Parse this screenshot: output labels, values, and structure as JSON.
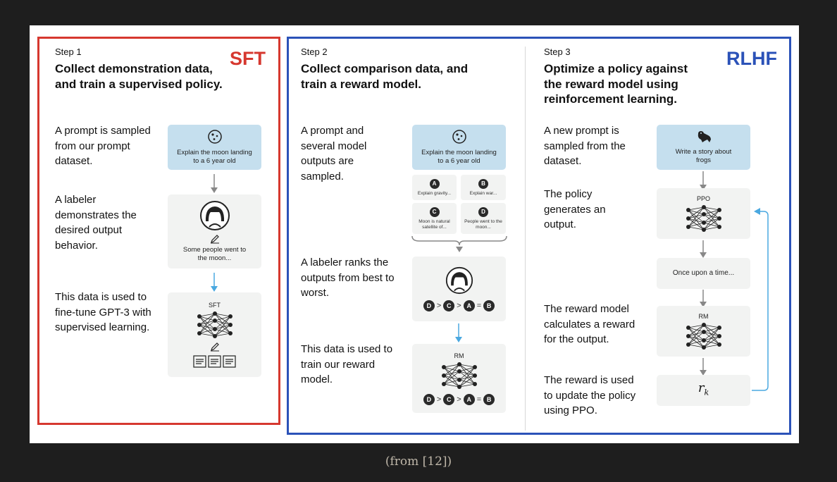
{
  "figure": {
    "sft_tag": "SFT",
    "rlhf_tag": "RLHF",
    "colors": {
      "sft": "#d6382f",
      "rlhf": "#2b52b8",
      "input_box": "#c5dfee",
      "feedback_arrow": "#4aa8e0"
    },
    "step1": {
      "label": "Step 1",
      "title": "Collect demonstration data, and train a supervised policy.",
      "desc1": "A prompt is sampled from our prompt dataset.",
      "desc2": "A labeler demonstrates the desired output behavior.",
      "desc3": "This data is used to fine-tune GPT-3 with supervised learning.",
      "prompt_text": "Explain the moon landing to a 6 year old",
      "prompt_icon": "moon-icon",
      "demo_text": "Some people went to the moon...",
      "model_label": "SFT"
    },
    "step2": {
      "label": "Step 2",
      "title": "Collect comparison data, and train a reward model.",
      "desc1": "A prompt and several model outputs are sampled.",
      "desc2": "A labeler ranks the outputs from best to worst.",
      "desc3": "This data is used to train our reward model.",
      "prompt_text": "Explain the moon landing to a 6 year old",
      "outputs": [
        {
          "letter": "A",
          "text": "Explain gravity..."
        },
        {
          "letter": "B",
          "text": "Explain war..."
        },
        {
          "letter": "C",
          "text": "Moon is natural satellite of..."
        },
        {
          "letter": "D",
          "text": "People went to the moon..."
        }
      ],
      "ranking": [
        "D",
        ">",
        "C",
        ">",
        "A",
        "=",
        "B"
      ],
      "model_label": "RM"
    },
    "step3": {
      "label": "Step 3",
      "title": "Optimize a policy against the reward model using reinforcement learning.",
      "desc1": "A new prompt is sampled from the dataset.",
      "desc2": "The policy generates an output.",
      "desc3": "The reward model calculates a reward for the output.",
      "desc4": "The reward is used to update the policy using PPO.",
      "prompt_text": "Write a story about frogs",
      "prompt_icon": "frog-icon",
      "policy_label": "PPO",
      "output_text": "Once upon a time...",
      "rm_label": "RM",
      "reward_symbol": "r",
      "reward_subscript": "k"
    }
  },
  "caption": "(from [12])"
}
